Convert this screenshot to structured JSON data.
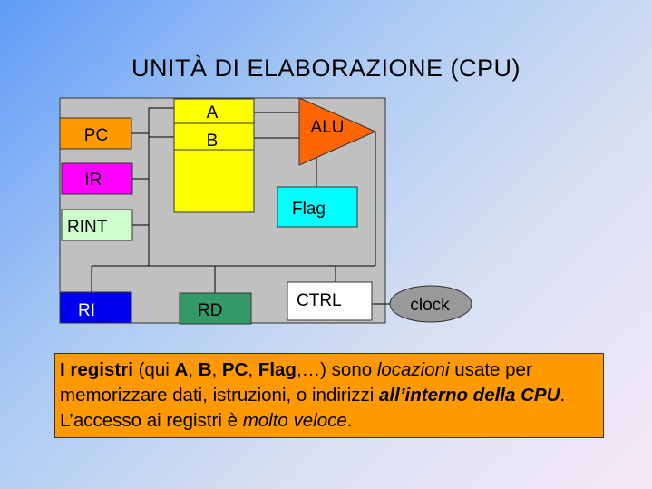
{
  "slide": {
    "title": "UNITÀ DI ELABORAZIONE (CPU)",
    "diagram": {
      "reg_a": "A",
      "reg_b": "B",
      "alu": "ALU",
      "pc": "PC",
      "ir": "IR",
      "rint": "RINT",
      "flag": "Flag",
      "ri": "RI",
      "rd": "RD",
      "ctrl": "CTRL",
      "clock": "clock"
    },
    "note": {
      "p1": "I registri",
      "p2": " (qui ",
      "p3": "A",
      "p4": ", ",
      "p5": "B",
      "p6": ", ",
      "p7": "PC",
      "p8": ", ",
      "p9": "Flag",
      "p10": ",…) sono ",
      "p11": "locazioni",
      "p12": " usate per memorizzare dati, istruzioni, o indirizzi ",
      "p13": "all’interno della CPU",
      "p14": ". L’accesso ai registri è ",
      "p15": "molto veloce",
      "p16": "."
    }
  }
}
